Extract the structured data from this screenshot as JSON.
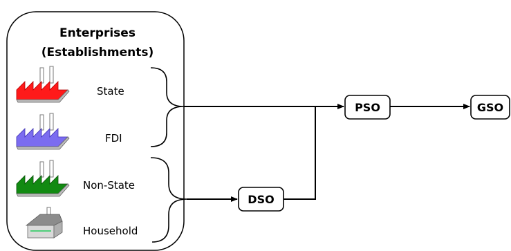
{
  "title": {
    "line1": "Enterprises",
    "line2": "(Establishments)"
  },
  "enterprises": [
    {
      "label": "State",
      "roof_color": "#ff1a1a",
      "icon": "factory-icon"
    },
    {
      "label": "FDI",
      "roof_color": "#7b6cf0",
      "icon": "factory-icon"
    },
    {
      "label": "Non-State",
      "roof_color": "#128a12",
      "icon": "factory-icon"
    },
    {
      "label": "Household",
      "roof_color": "#8c8c8c",
      "icon": "house-icon"
    }
  ],
  "nodes": {
    "dso": "DSO",
    "pso": "PSO",
    "gso": "GSO"
  }
}
